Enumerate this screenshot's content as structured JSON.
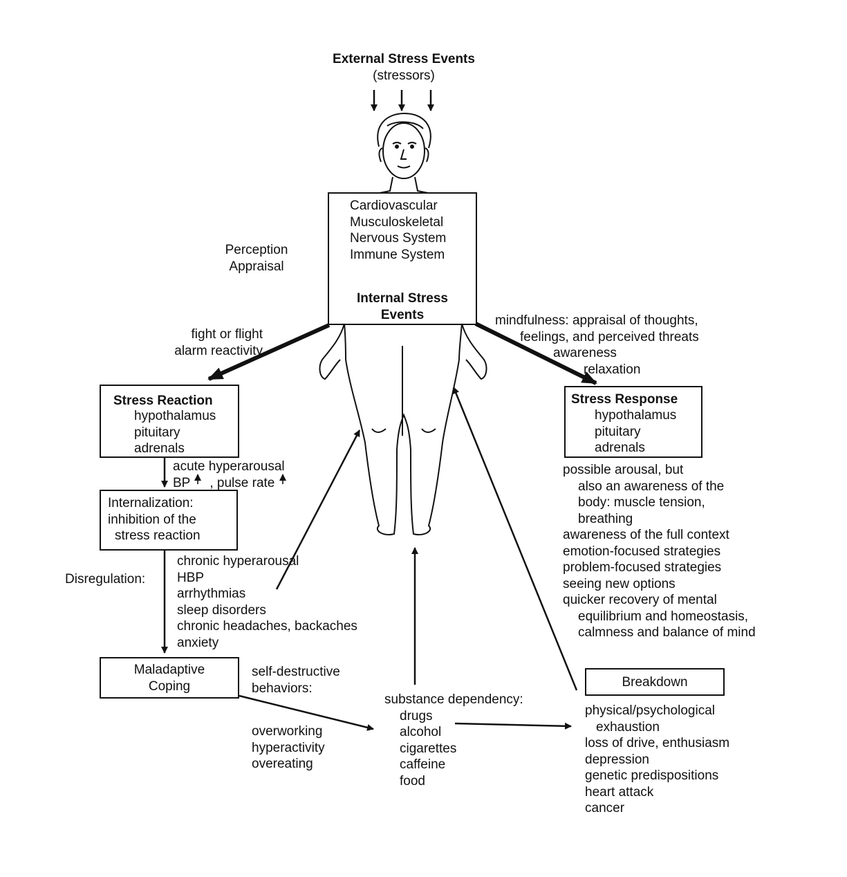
{
  "top": {
    "title": "External Stress Events",
    "subtitle": "(stressors)"
  },
  "body_box": {
    "systems": [
      "Cardiovascular",
      "Musculoskeletal",
      "Nervous System",
      "Immune System"
    ],
    "internal_line1": "Internal Stress",
    "internal_line2": "Events"
  },
  "perception": {
    "line1": "Perception",
    "line2": "Appraisal"
  },
  "fight_flight": {
    "line1": "fight or flight",
    "line2": "alarm reactivity"
  },
  "mindfulness": {
    "line1": "mindfulness: appraisal of thoughts,",
    "line2": "feelings, and perceived threats",
    "line3": "awareness",
    "line4": "relaxation"
  },
  "stress_reaction": {
    "title": "Stress Reaction",
    "items": [
      "hypothalamus",
      "pituitary",
      "adrenals"
    ]
  },
  "stress_response": {
    "title": "Stress Response",
    "items": [
      "hypothalamus",
      "pituitary",
      "adrenals"
    ]
  },
  "acute": {
    "line1": "acute hyperarousal",
    "bp": "BP",
    "pulse": ", pulse rate"
  },
  "internalization": {
    "line1": "Internalization:",
    "line2": "inhibition of the",
    "line3": "stress reaction"
  },
  "disregulation": {
    "label": "Disregulation:",
    "items": [
      "chronic hyperarousal",
      "HBP",
      "arrhythmias",
      "sleep disorders",
      "chronic headaches, backaches",
      "anxiety"
    ]
  },
  "maladaptive": {
    "line1": "Maladaptive",
    "line2": "Coping"
  },
  "self_destructive": {
    "line1": "self-destructive",
    "line2": "behaviors:"
  },
  "behaviors": [
    "overworking",
    "hyperactivity",
    "overeating"
  ],
  "substance": {
    "title": "substance dependency:",
    "items": [
      "drugs",
      "alcohol",
      "cigarettes",
      "caffeine",
      "food"
    ]
  },
  "breakdown": {
    "title": "Breakdown",
    "items": [
      "physical/psychological",
      "exhaustion",
      "loss of drive, enthusiasm",
      "depression",
      "genetic predispositions",
      "heart attack",
      "cancer"
    ]
  },
  "response_outcomes": [
    "possible arousal, but",
    "also an awareness of the",
    "body: muscle tension,",
    "breathing",
    "awareness of the full context",
    "emotion-focused strategies",
    "problem-focused strategies",
    "seeing new options",
    "quicker recovery of mental",
    "equilibrium and homeostasis,",
    "calmness and balance of mind"
  ]
}
